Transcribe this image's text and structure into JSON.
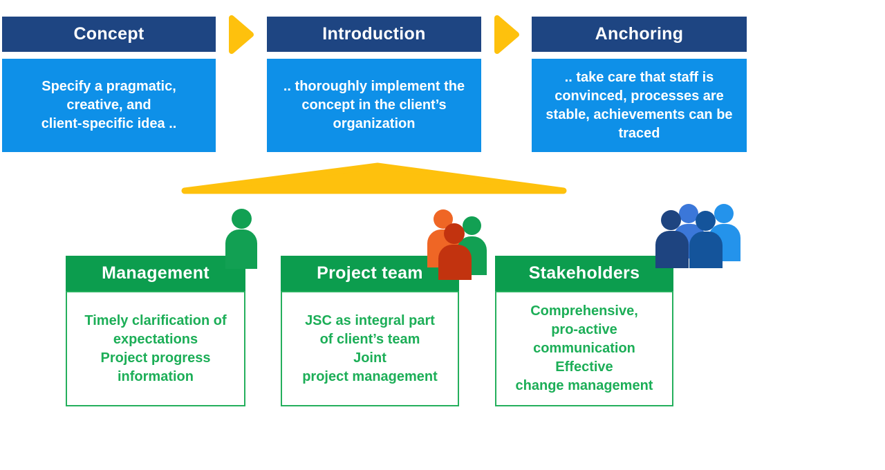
{
  "colors": {
    "stage_header_bg": "#1E4582",
    "stage_body_bg": "#0E90E8",
    "arrow_yellow": "#FEC10D",
    "team_header_bg": "#0C9D4E",
    "team_text_green": "#1CAE57",
    "person_green": "#12A053",
    "person_orange": "#EF6625",
    "person_red": "#C2330F",
    "person_royal_blue": "#3B77D9",
    "person_azure": "#2493EB",
    "person_navy": "#1E4480",
    "person_steel_blue": "#14549B"
  },
  "stages": [
    {
      "title": "Concept",
      "description": [
        "Specify a pragmatic,",
        "creative, and",
        "client-specific idea .."
      ]
    },
    {
      "title": "Introduction",
      "description": [
        ".. thoroughly implement the",
        "concept in the client’s",
        "organization"
      ]
    },
    {
      "title": "Anchoring",
      "description": [
        ".. take care that staff is",
        "convinced, processes are",
        "stable, achievements can be",
        "traced"
      ]
    }
  ],
  "teams": [
    {
      "title": "Management",
      "points": [
        "Timely clarification of",
        "expectations",
        "Project progress",
        "information"
      ],
      "icon": "single-person-green"
    },
    {
      "title": "Project team",
      "points": [
        "JSC as integral part",
        "of client’s team",
        "Joint",
        "project management"
      ],
      "icon": "three-people-orange-red-green"
    },
    {
      "title": "Stakeholders",
      "points": [
        "Comprehensive,",
        "pro-active",
        "communication",
        "Effective",
        "change management"
      ],
      "icon": "four-people-blue"
    }
  ]
}
